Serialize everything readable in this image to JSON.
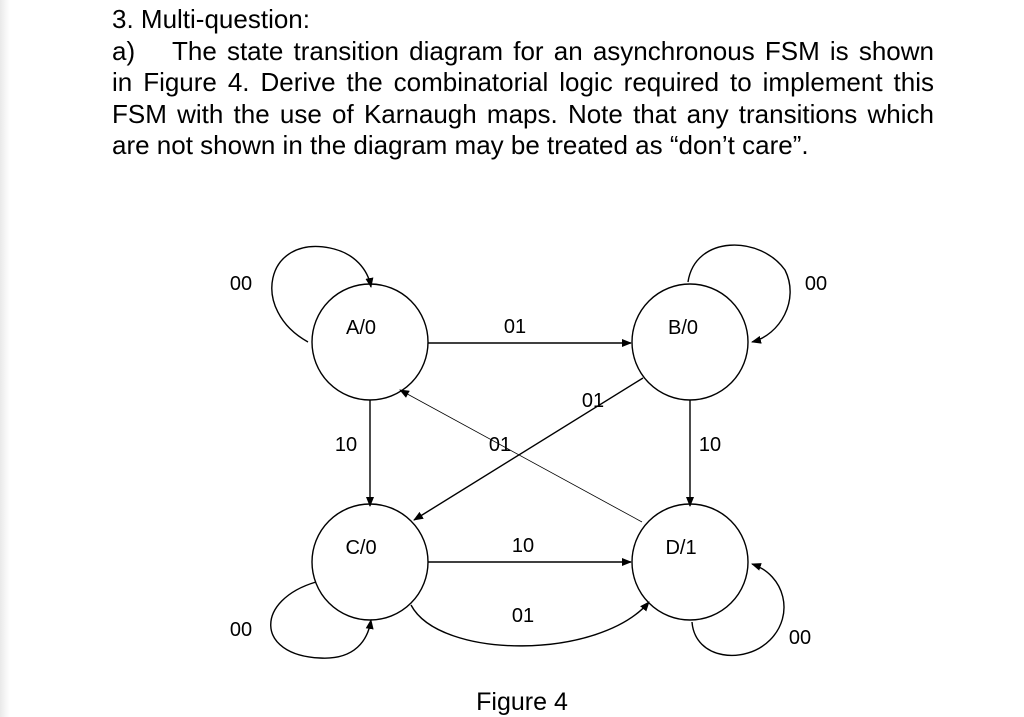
{
  "question": {
    "heading": "3. Multi-question:",
    "part_label": "a)",
    "body": "The state transition diagram for an asynchronous FSM is shown in Figure 4. Derive the combinatorial logic required to implement this FSM with the use of Karnaugh maps. Note that any transitions which are not shown in the diagram may be treated as “don’t care”."
  },
  "figure": {
    "caption": "Figure 4",
    "states": {
      "A": "A/0",
      "B": "B/0",
      "C": "C/0",
      "D": "D/1"
    },
    "transitions": {
      "a_self": "00",
      "a_to_b": "01",
      "a_to_c": "10",
      "b_self": "00",
      "b_to_c": "01",
      "b_to_d": "10",
      "c_self": "00",
      "c_to_d": "10",
      "c_to_d_curved": "01",
      "d_to_a": "01",
      "d_self": "00"
    }
  }
}
